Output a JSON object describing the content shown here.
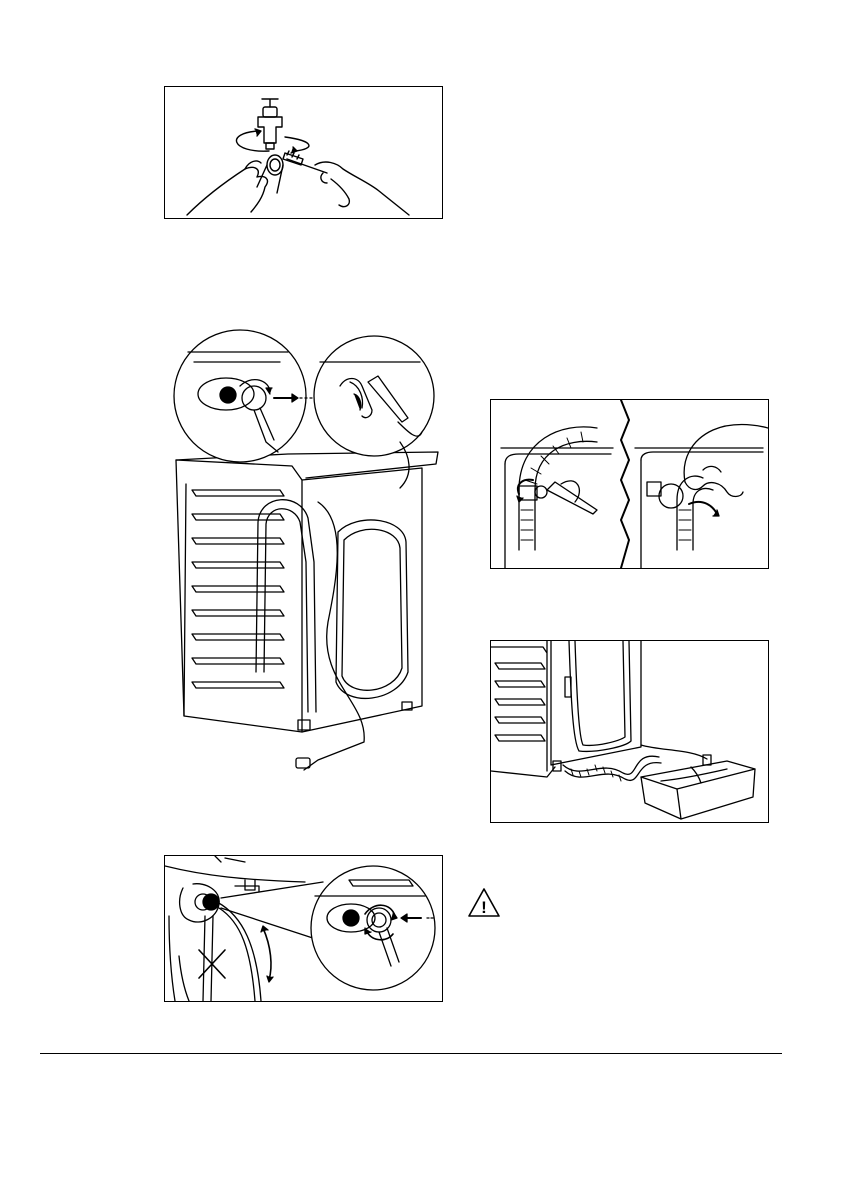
{
  "page": {
    "background": "#ffffff",
    "line_color": "#000000"
  },
  "figures": [
    {
      "id": "fig-clean-tap-filter",
      "icon": "tap-filter-cleaning"
    },
    {
      "id": "fig-inlet-valve-filter",
      "icon": "inlet-valve-filter-removal"
    },
    {
      "id": "fig-drain-hose-removal",
      "icon": "drain-hose-loosen"
    },
    {
      "id": "fig-drain-into-basin",
      "icon": "drain-into-basin"
    },
    {
      "id": "fig-reconnect-inlet-hose",
      "icon": "inlet-hose-reconnect"
    }
  ],
  "warning": {
    "icon": "warning-triangle-icon",
    "glyph": "!"
  }
}
